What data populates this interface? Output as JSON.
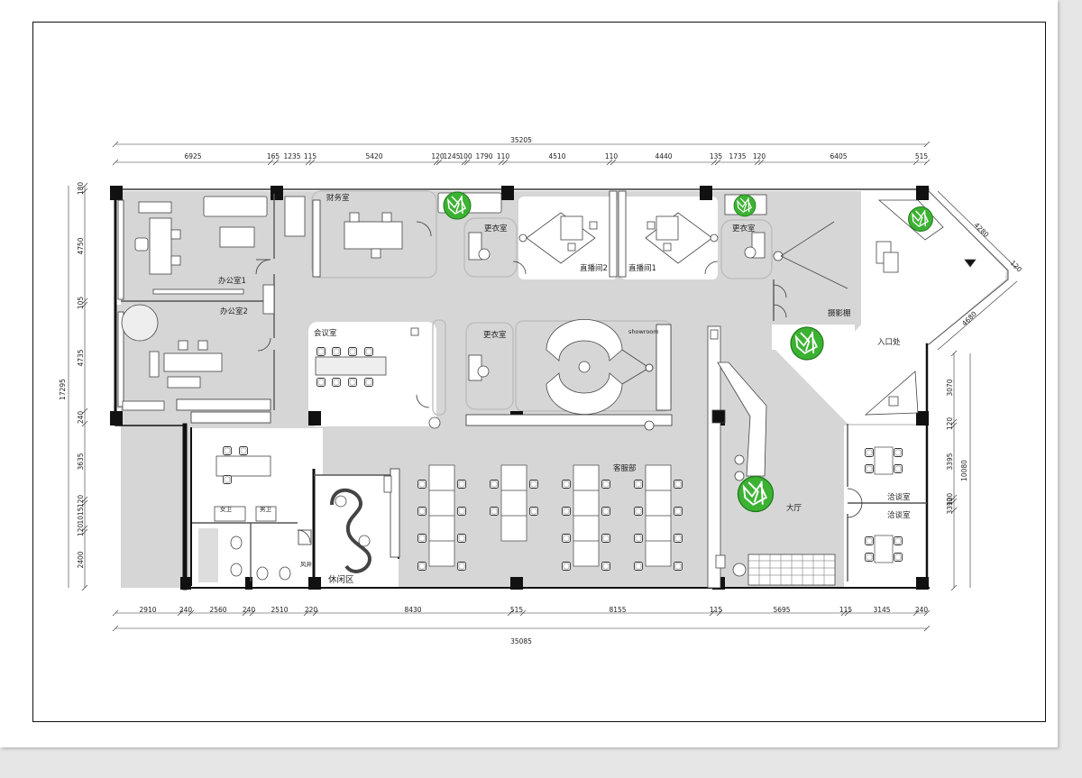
{
  "dimensions": {
    "top_total": "35205",
    "top": [
      "6925",
      "165",
      "1235",
      "115",
      "5420",
      "120",
      "1245",
      "100",
      "1790",
      "110",
      "4510",
      "110",
      "4440",
      "135",
      "1735",
      "120",
      "6405",
      "515"
    ],
    "bottom_total": "35085",
    "bottom": [
      "2910",
      "240",
      "2560",
      "240",
      "2510",
      "220",
      "8430",
      "515",
      "8155",
      "115",
      "5695",
      "115",
      "3145",
      "240"
    ],
    "left_total": "17295",
    "left": [
      "180",
      "4750",
      "105",
      "4735",
      "240",
      "3635",
      "120",
      "1015",
      "120",
      "2400"
    ],
    "right_total": "10080",
    "right": [
      "3070",
      "120",
      "3395",
      "120",
      "3390"
    ],
    "angled": [
      "4280",
      "120",
      "4680"
    ]
  },
  "rooms": {
    "office1": "办公室1",
    "office2": "办公室2",
    "finance": "财务室",
    "changing_a": "更衣室",
    "live2": "直播间2",
    "live1": "直播间1",
    "changing_b": "更衣室",
    "photo": "摄影棚",
    "entrance": "入口处",
    "meeting": "会议室",
    "changing_c": "更衣室",
    "showroom": "showroom",
    "customer_service": "客服部",
    "hall": "大厅",
    "negotiation1": "洽谈室",
    "negotiation2": "洽谈室",
    "leisure": "休闲区",
    "female_wc": "女卫",
    "male_wc": "男卫",
    "wind_well": "风井"
  },
  "colors": {
    "floor": "#d6d6d6",
    "wall": "#111111",
    "plant": "#3cb233"
  }
}
